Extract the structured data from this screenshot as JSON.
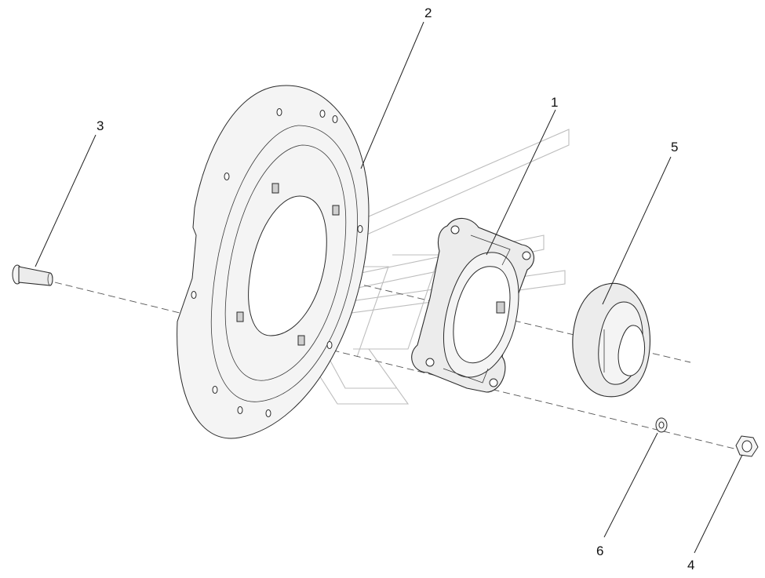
{
  "callouts": [
    {
      "id": "callout-1",
      "label": "1"
    },
    {
      "id": "callout-2",
      "label": "2"
    },
    {
      "id": "callout-3",
      "label": "3"
    },
    {
      "id": "callout-4",
      "label": "4"
    },
    {
      "id": "callout-5",
      "label": "5"
    },
    {
      "id": "callout-6",
      "label": "6"
    }
  ],
  "parts": [
    {
      "callout": "1",
      "name": "bearing-housing-flange"
    },
    {
      "callout": "2",
      "name": "mounting-plate"
    },
    {
      "callout": "3",
      "name": "bolt"
    },
    {
      "callout": "4",
      "name": "nut"
    },
    {
      "callout": "5",
      "name": "bearing-insert"
    },
    {
      "callout": "6",
      "name": "washer"
    }
  ],
  "colors": {
    "line": "#2a2a2a",
    "fill": "#ececec",
    "watermark": "#bdbdbd"
  }
}
